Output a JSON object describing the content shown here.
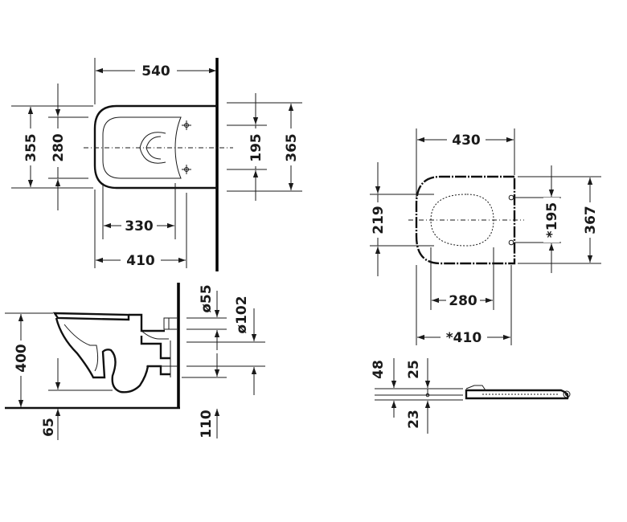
{
  "views": {
    "top_view": {
      "width_540": "540",
      "depth_355": "355",
      "depth_280": "280",
      "spacing_195": "195",
      "depth_365": "365",
      "width_330": "330",
      "width_410": "410"
    },
    "side_view": {
      "height_400": "400",
      "offset_65": "65",
      "diameter_55": "ø55",
      "diameter_102": "ø102",
      "height_110": "110"
    },
    "seat_top_view": {
      "width_430": "430",
      "depth_219": "219",
      "spacing_195": "*195",
      "depth_367": "367",
      "width_280": "280",
      "width_410": "*410"
    },
    "seat_side_view": {
      "height_48": "48",
      "height_25": "25",
      "height_23": "23"
    }
  }
}
